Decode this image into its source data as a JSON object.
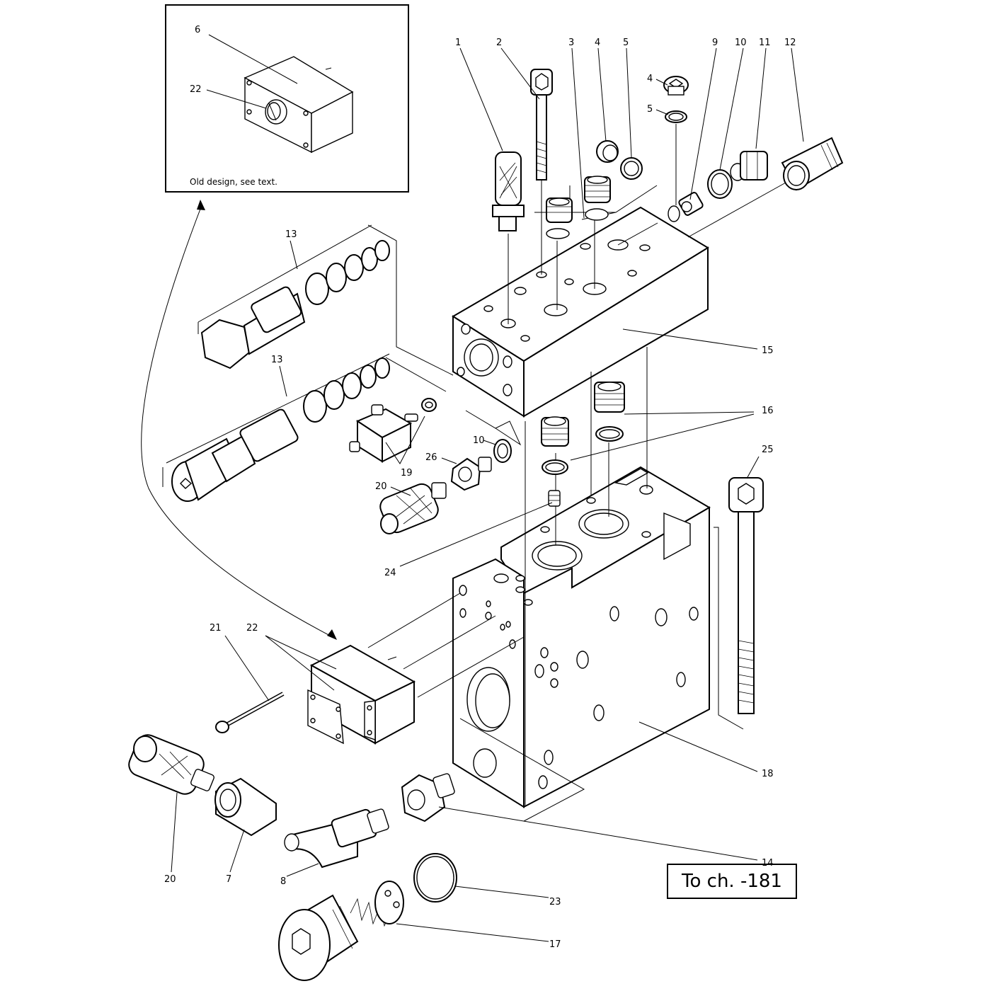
{
  "inset": {
    "caption": "Old design, see text."
  },
  "reference": {
    "label": "To ch. -181"
  },
  "callouts": {
    "c1": "1",
    "c2": "2",
    "c3": "3",
    "c4a": "4",
    "c5a": "5",
    "c9": "9",
    "c10a": "10",
    "c11": "11",
    "c12": "12",
    "c4b": "4",
    "c5b": "5",
    "c6": "6",
    "c22a": "22",
    "c13a": "13",
    "c13b": "13",
    "c15": "15",
    "c16": "16",
    "c10b": "10",
    "c26": "26",
    "c19": "19",
    "c20a": "20",
    "c24": "24",
    "c25": "25",
    "c21": "21",
    "c22b": "22",
    "c18": "18",
    "c14": "14",
    "c20b": "20",
    "c7": "7",
    "c8": "8",
    "c23": "23",
    "c17": "17"
  }
}
